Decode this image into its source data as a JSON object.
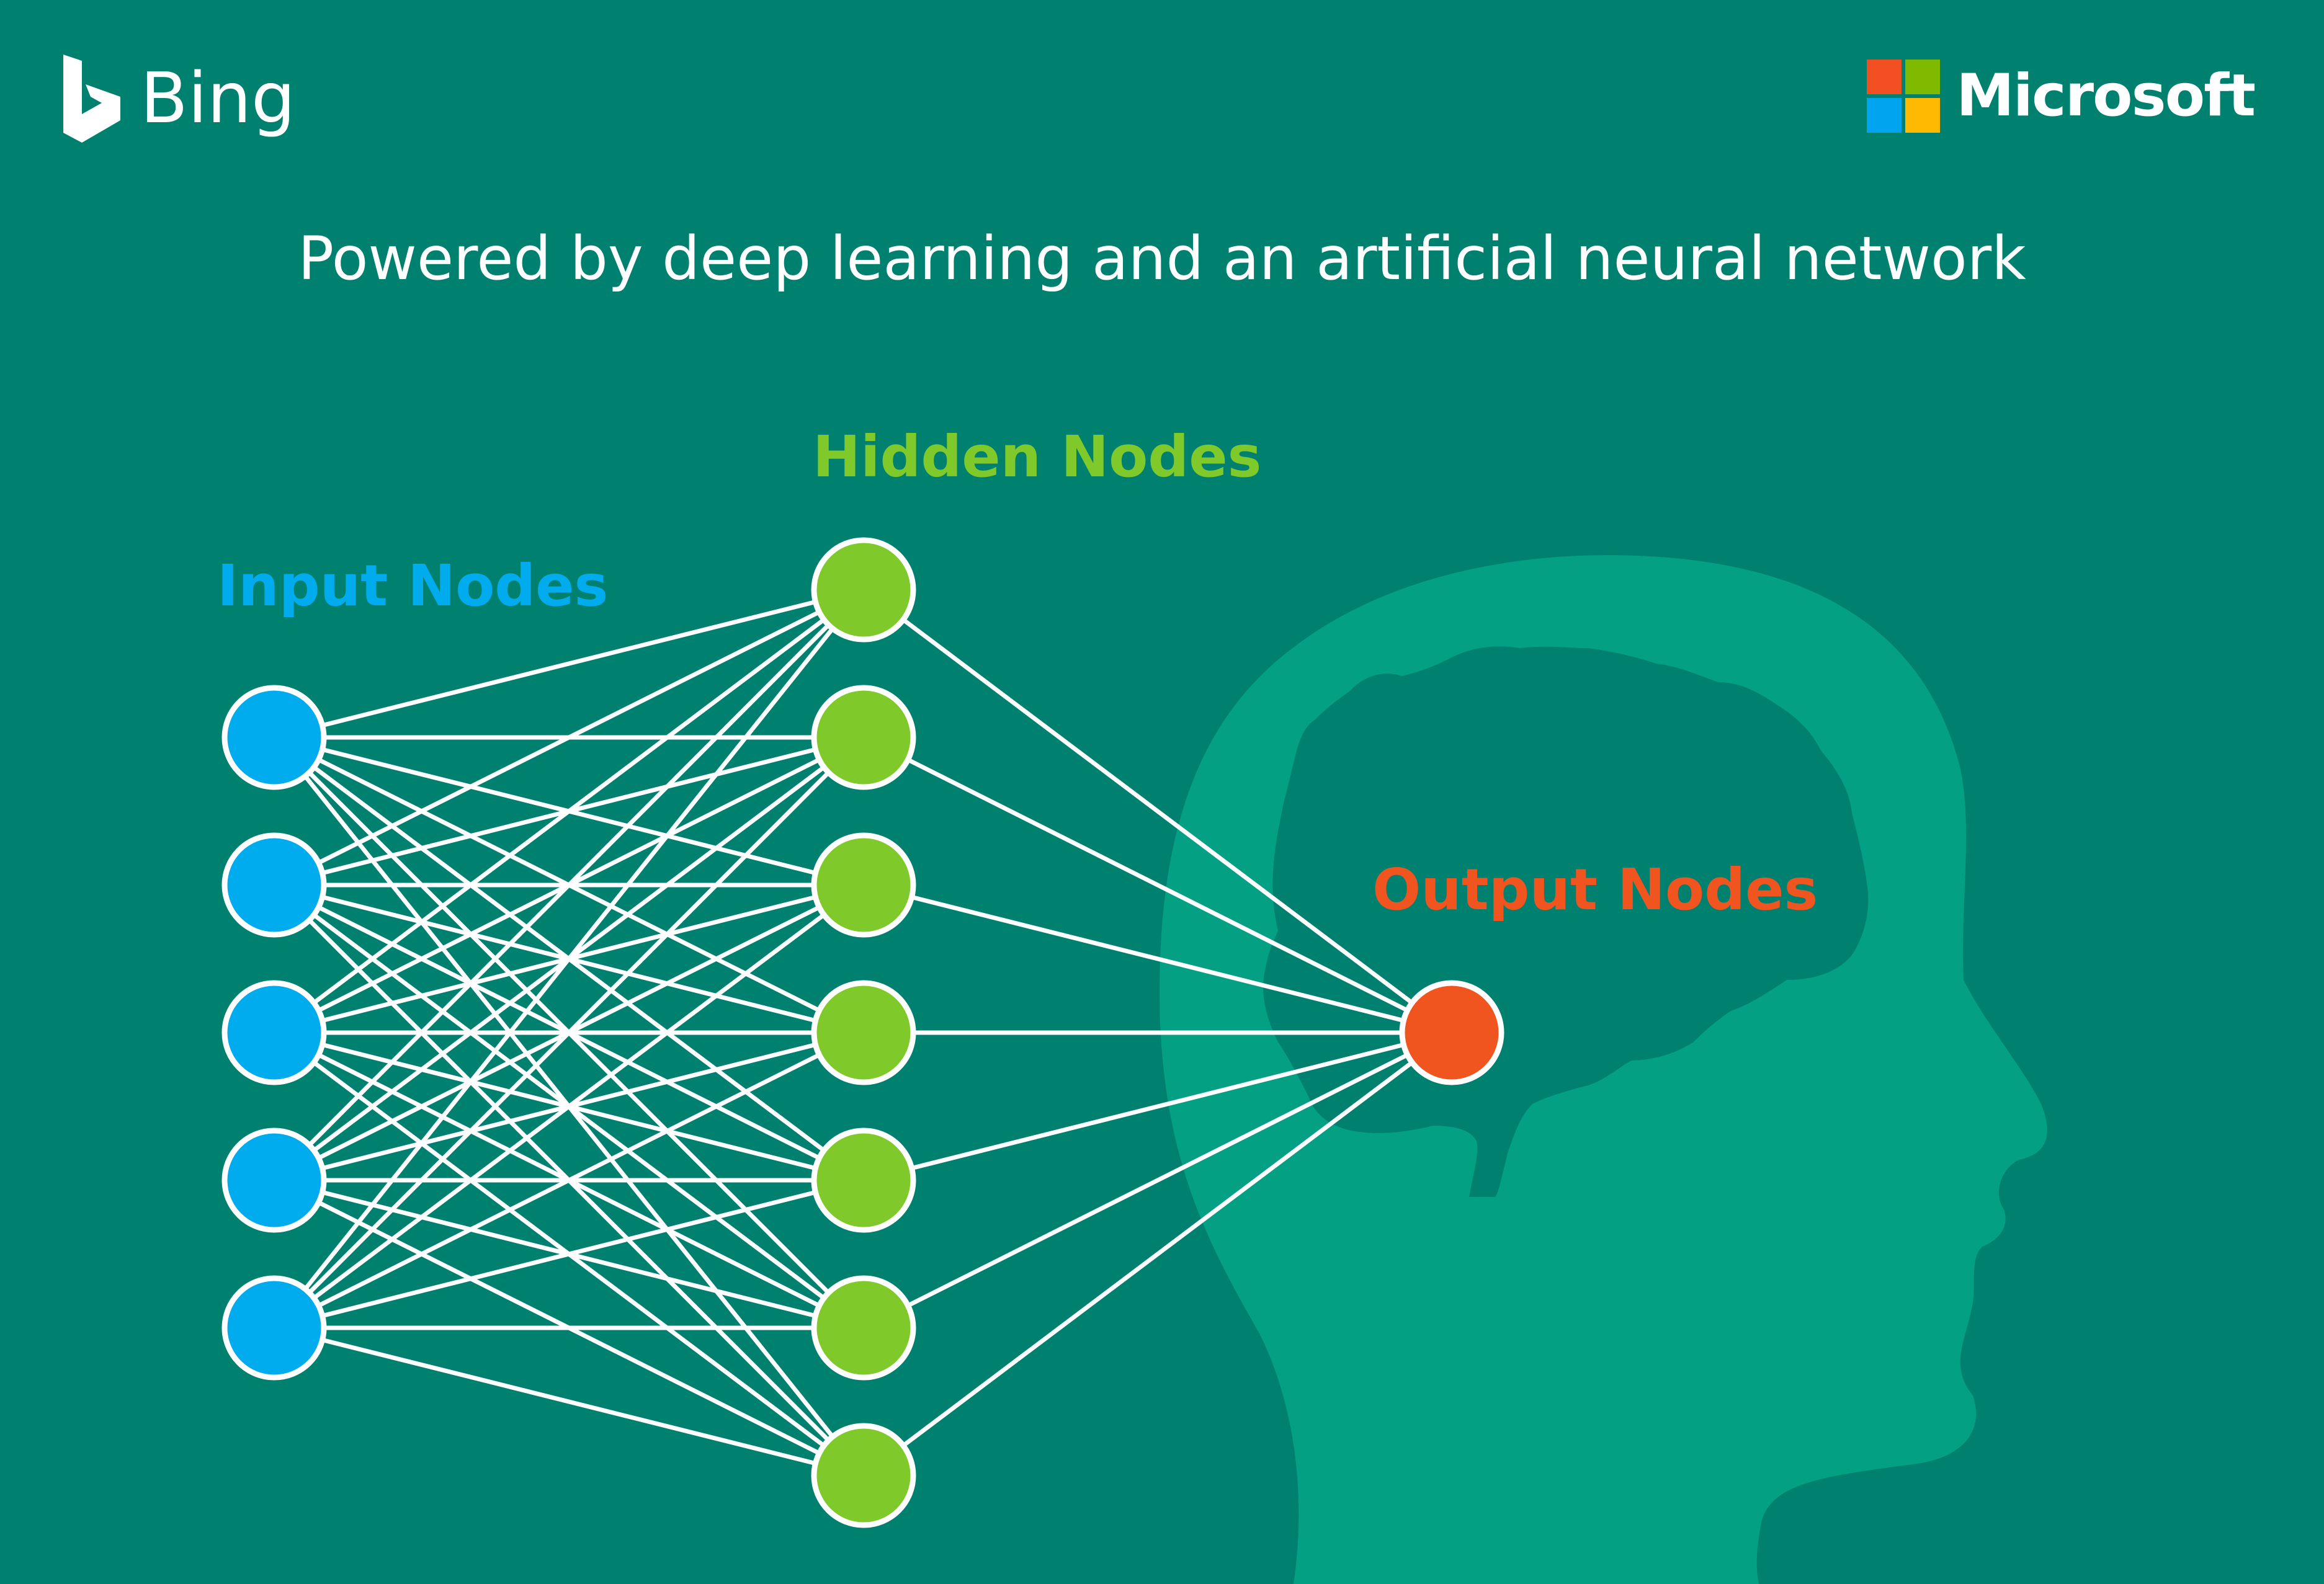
{
  "brand": {
    "left_name": "Bing",
    "right_name": "Microsoft",
    "ms_square_colors": [
      "#F25022",
      "#7FBA00",
      "#00A4EF",
      "#FFB900"
    ]
  },
  "title": "Powered by deep learning and an artificial neural network",
  "labels": {
    "input": "Input Nodes",
    "hidden": "Hidden Nodes",
    "output": "Output Nodes"
  },
  "network": {
    "input_count": 5,
    "hidden_count": 7,
    "output_count": 1,
    "fully_connected": true
  },
  "colors": {
    "background": "#008170",
    "head": "#04A084",
    "input": "#00ACEE",
    "hidden": "#7FCA2A",
    "output": "#F0541F",
    "edge": "#FFFFFF"
  }
}
